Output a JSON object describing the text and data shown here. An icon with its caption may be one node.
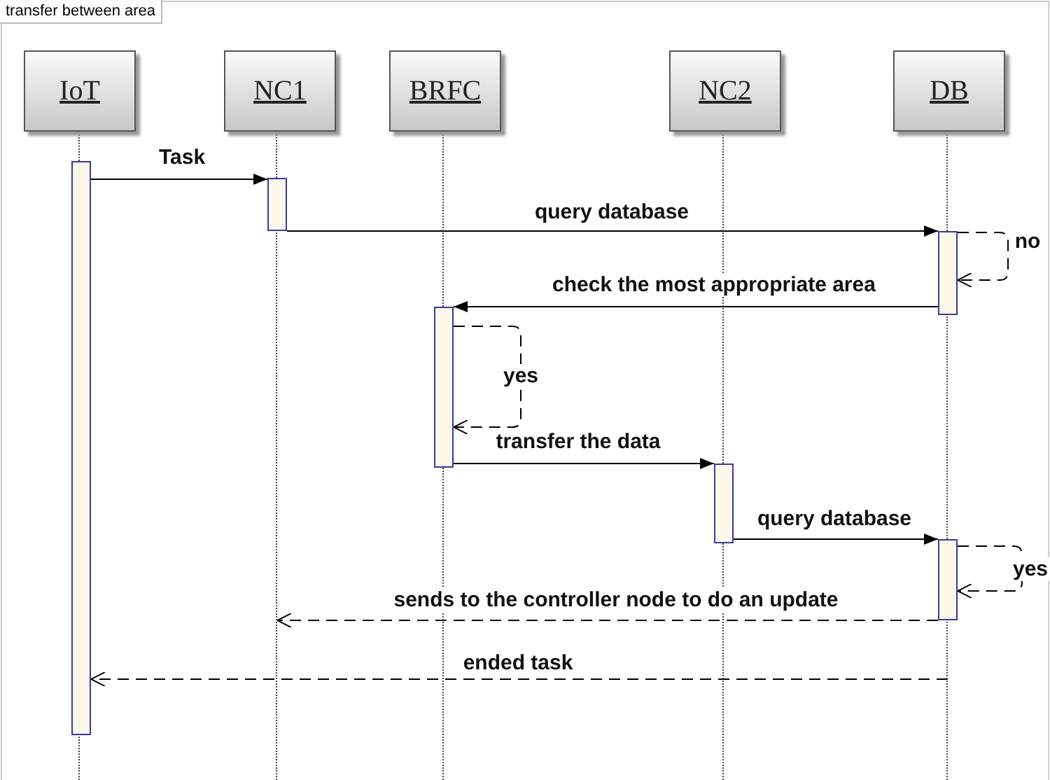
{
  "diagram": {
    "title": "transfer between area",
    "nodes": [
      {
        "text": [
          "IoT"
        ]
      },
      {
        "text": [
          "NC1"
        ]
      },
      {
        "text": [
          "BRFC"
        ]
      },
      {
        "text": [
          "NC2"
        ]
      },
      {
        "text": [
          "DB"
        ]
      },
      {
        "text": [],
        "shape": "bar"
      },
      {
        "text": [],
        "shape": "bar"
      },
      {
        "text": [],
        "shape": "bar"
      },
      {
        "text": [],
        "shape": "bar"
      },
      {
        "text": [],
        "shape": "bar"
      },
      {
        "text": [],
        "shape": "bar"
      },
      {
        "text": [],
        "shape": "line"
      },
      {
        "text": [],
        "shape": "line"
      },
      {
        "text": [],
        "shape": "line"
      },
      {
        "text": [],
        "shape": "line"
      },
      {
        "text": [],
        "shape": "line"
      }
    ],
    "edges": [
      {
        "from": 5,
        "to": 6,
        "arrow": "to",
        "label": "Task"
      },
      {
        "from": 6,
        "to": 9,
        "arrow": "to",
        "label": "query database"
      },
      {
        "from": 9,
        "to": 9,
        "arrow": "to",
        "label": "no",
        "style": "dashed"
      },
      {
        "from": 9,
        "to": 7,
        "arrow": "to",
        "label": "check the most appropriate area"
      },
      {
        "from": 7,
        "to": 7,
        "arrow": "to",
        "label": "yes",
        "style": "dashed"
      },
      {
        "from": 7,
        "to": 8,
        "arrow": "to",
        "label": "transfer the data"
      },
      {
        "from": 8,
        "to": 10,
        "arrow": "to",
        "label": "query database"
      },
      {
        "from": 10,
        "to": 10,
        "arrow": "to",
        "label": "yes",
        "style": "dashed"
      },
      {
        "from": 10,
        "to": 12,
        "arrow": "to",
        "label": "sends to the controller node to do an update",
        "style": "dashed"
      },
      {
        "from": 15,
        "to": 5,
        "arrow": "to",
        "label": "ended task",
        "style": "dashed"
      }
    ]
  }
}
